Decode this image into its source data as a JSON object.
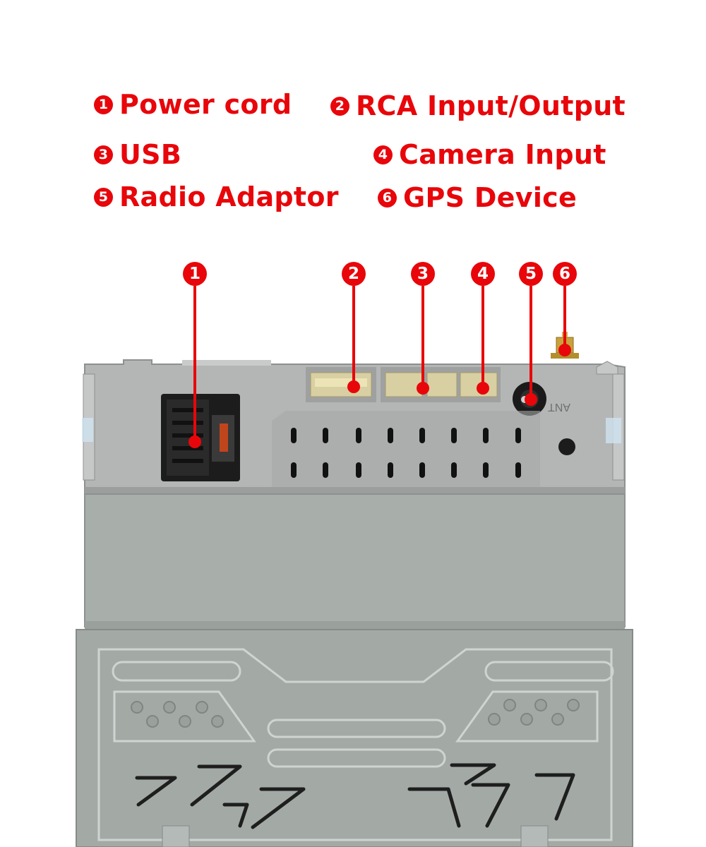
{
  "legend": {
    "items": [
      {
        "num": "1",
        "label": "Power cord"
      },
      {
        "num": "2",
        "label": "RCA Input/Output"
      },
      {
        "num": "3",
        "label": "USB"
      },
      {
        "num": "4",
        "label": "Camera Input"
      },
      {
        "num": "5",
        "label": "Radio  Adaptor"
      },
      {
        "num": "6",
        "label": "GPS Device"
      }
    ]
  },
  "callouts": [
    "1",
    "2",
    "3",
    "4",
    "5",
    "6"
  ],
  "device": {
    "antenna_label": "ANT"
  },
  "colors": {
    "accent": "#e8060a",
    "panel": "#b4b6b6",
    "chassis": "#a8aeaa",
    "connector": "#d8cfa2"
  }
}
